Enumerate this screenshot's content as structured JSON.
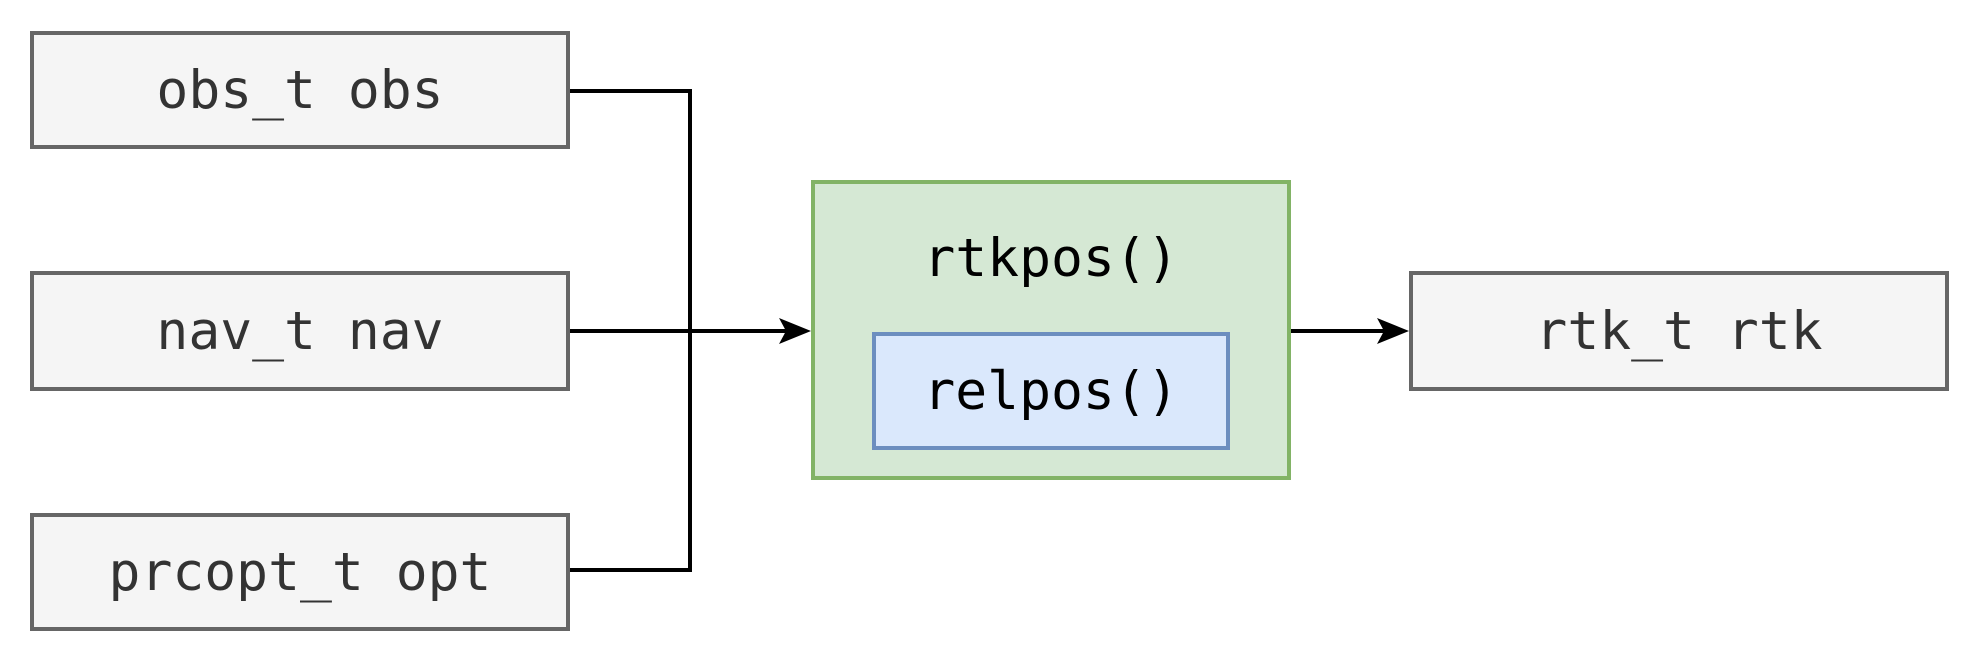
{
  "diagram": {
    "inputs": [
      {
        "label": "obs_t obs"
      },
      {
        "label": "nav_t nav"
      },
      {
        "label": "prcopt_t opt"
      }
    ],
    "process": {
      "label": "rtkpos()",
      "inner": {
        "label": "relpos()"
      }
    },
    "output": {
      "label": "rtk_t rtk"
    },
    "colors": {
      "input_fill": "#f5f5f5",
      "input_border": "#666666",
      "input_text": "#333333",
      "process_fill": "#d5e8d4",
      "process_border": "#82b366",
      "inner_fill": "#dae8fc",
      "inner_border": "#6c8ebf",
      "connector_line": "#000000",
      "background": "#ffffff"
    }
  }
}
